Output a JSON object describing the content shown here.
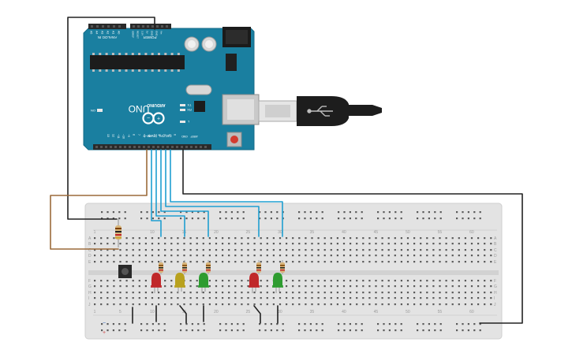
{
  "board": {
    "brand": "ARDUINO",
    "model": "UNO",
    "power_label": "POWER",
    "analog_label": "ANALOG IN",
    "digital_label": "DIGITAL (PWM~)",
    "on_label": "ON",
    "tx_label": "TX",
    "rx_label": "RX",
    "l_label": "L",
    "aref_label": "AREF",
    "gnd_label": "GND",
    "ioref_label": "IOREF",
    "reset_label": "RESET",
    "v33_label": "3.3V",
    "v5_label": "5V",
    "vin_label": "Vin",
    "analog_pins": [
      "A0",
      "A1",
      "A2",
      "A3",
      "A4",
      "A5"
    ],
    "digital_pins": [
      "0",
      "1",
      "2",
      "3",
      "4",
      "~5",
      "~6",
      "7",
      "8",
      "~9",
      "~10",
      "~11",
      "12",
      "13"
    ]
  },
  "breadboard": {
    "column_numbers": [
      "1",
      "5",
      "10",
      "15",
      "20",
      "25",
      "30",
      "35",
      "40",
      "45",
      "50",
      "55",
      "60"
    ],
    "row_letters_top": [
      "A",
      "B",
      "C",
      "D",
      "E"
    ],
    "row_letters_bottom": [
      "F",
      "G",
      "H",
      "I",
      "J"
    ],
    "rail_minus": "−",
    "rail_plus": "+"
  },
  "components": {
    "leds": [
      {
        "color": "#c0282a",
        "name": "led-red-1"
      },
      {
        "color": "#b8a11e",
        "name": "led-yellow"
      },
      {
        "color": "#2e9c30",
        "name": "led-green-1"
      },
      {
        "color": "#c0282a",
        "name": "led-red-2"
      },
      {
        "color": "#2e9c30",
        "name": "led-green-2"
      }
    ],
    "wire_colors": {
      "signal": "#1f9fd1",
      "gnd": "#222222",
      "power": "#9b6a3a"
    }
  }
}
